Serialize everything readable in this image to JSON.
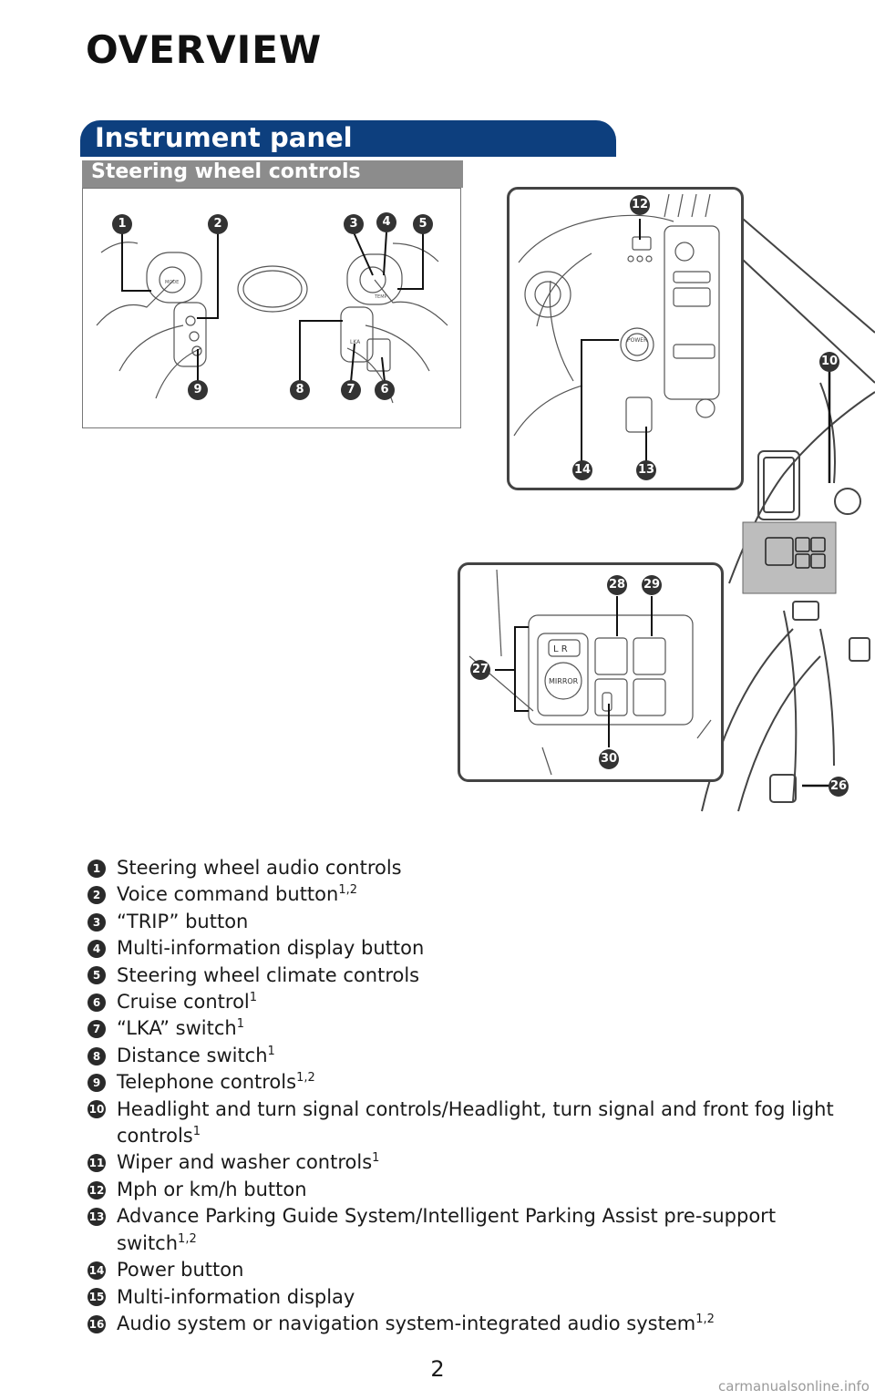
{
  "page_title": "OVERVIEW",
  "section_title": "Instrument panel",
  "subsection_title": "Steering wheel controls",
  "steering_badges": [
    "1",
    "2",
    "3",
    "4",
    "5",
    "6",
    "7",
    "8",
    "9"
  ],
  "inset_top_badges": [
    "12",
    "13",
    "14"
  ],
  "inset_bottom_badges": [
    "27",
    "28",
    "29",
    "30"
  ],
  "dash_badges": [
    "10",
    "26"
  ],
  "illustration_text": {
    "mirror": "MIRROR",
    "lr": "L  R",
    "power": "POWER",
    "lka": "LKA",
    "mode": "MODE",
    "temp": "TEMP"
  },
  "legend": [
    {
      "num": "1",
      "text": "Steering wheel audio controls",
      "sup": ""
    },
    {
      "num": "2",
      "text": "Voice command button",
      "sup": "1,2"
    },
    {
      "num": "3",
      "text": "“TRIP” button",
      "sup": ""
    },
    {
      "num": "4",
      "text": "Multi-information display button",
      "sup": ""
    },
    {
      "num": "5",
      "text": "Steering wheel climate controls",
      "sup": ""
    },
    {
      "num": "6",
      "text": "Cruise control",
      "sup": "1"
    },
    {
      "num": "7",
      "text": "“LKA” switch",
      "sup": "1"
    },
    {
      "num": "8",
      "text": "Distance switch",
      "sup": "1"
    },
    {
      "num": "9",
      "text": "Telephone controls",
      "sup": "1,2"
    },
    {
      "num": "10",
      "text": "Headlight and turn signal controls/Headlight, turn signal and front fog light controls",
      "sup": "1"
    },
    {
      "num": "11",
      "text": "Wiper and washer controls",
      "sup": "1"
    },
    {
      "num": "12",
      "text": "Mph or km/h button",
      "sup": ""
    },
    {
      "num": "13",
      "text": "Advance Parking Guide System/Intelligent Parking Assist pre-support switch",
      "sup": "1,2"
    },
    {
      "num": "14",
      "text": "Power button",
      "sup": ""
    },
    {
      "num": "15",
      "text": "Multi-information display",
      "sup": ""
    },
    {
      "num": "16",
      "text": "Audio system or navigation system-integrated audio system",
      "sup": "1,2"
    }
  ],
  "page_number": "2",
  "watermark": "carmanualsonline.info"
}
